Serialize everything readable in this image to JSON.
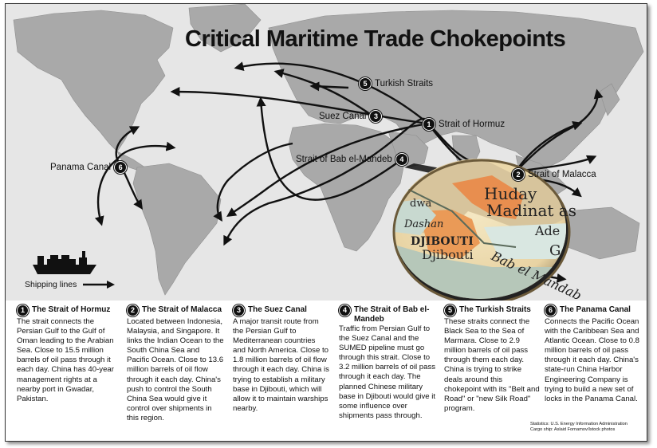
{
  "title": "Critical Maritime Trade Chokepoints",
  "map_labels": {
    "hormuz": {
      "num": "1",
      "text": "Strait of Hormuz"
    },
    "malacca": {
      "num": "2",
      "text": "Strait of Malacca"
    },
    "suez": {
      "num": "3",
      "text": "Suez Canal"
    },
    "bab": {
      "num": "4",
      "text": "Strait of Bab el-Mandeb"
    },
    "turkish": {
      "num": "5",
      "text": "Turkish Straits"
    },
    "panama": {
      "num": "6",
      "text": "Panama Canal"
    }
  },
  "inset_labels": [
    "Huday",
    "Madinat as",
    "Ade",
    "Bab el Mandab",
    "DJIBOUTI",
    "Djibouti",
    "Dashan",
    "dwa",
    "G"
  ],
  "legend": {
    "label": "Shipping lines"
  },
  "descriptions": [
    {
      "num": "1",
      "title": "The Strait of Hormuz",
      "text": "The strait connects the Persian Gulf to the Gulf of Oman leading to the Arabian Sea. Close to 15.5 million barrels of oil pass through it each day. China has 40-year management rights at a nearby port in Gwadar, Pakistan."
    },
    {
      "num": "2",
      "title": "The Strait of Malacca",
      "text": "Located between Indonesia, Malaysia, and Singapore. It links the Indian Ocean to the South China Sea and Pacific Ocean. Close to 13.6 million barrels of oil flow through it each day. China's push to control the South China Sea would give it control over shipments in this region."
    },
    {
      "num": "3",
      "title": "The Suez Canal",
      "text": "A major transit route from the Persian Gulf to Mediterranean countries and North America. Close to 1.8 million barrels of oil flow through it each day. China is trying to establish a military base in Djibouti, which will allow it to maintain warships nearby."
    },
    {
      "num": "4",
      "title": "The Strait of Bab el-Mandeb",
      "text": "Traffic from Persian Gulf to the Suez Canal and the SUMED pipeline must go through this strait. Close to 3.2 million barrels of oil pass through it each day. The planned Chinese military base in Djibouti would give it some influence over shipments pass through."
    },
    {
      "num": "5",
      "title": "The Turkish Straits",
      "text": "These straits connect the Black Sea to the Sea of Marmara. Close to 2.9 million barrels of oil pass through them each day. China is trying to strike deals around this chokepoint with its \"Belt and Road\" or \"new Silk Road\" program."
    },
    {
      "num": "6",
      "title": "The Panama Canal",
      "text": "Connects the Pacific Ocean with the Caribbean Sea and Atlantic Ocean. Close to 0.8 million barrels of oil pass through it each day. China's state-run China Harbor Engineering Company is trying to build a new set of locks in the Panama Canal."
    }
  ],
  "credits": {
    "line1": "Statistics: U.S. Energy Information Administration",
    "line2": "Cargo ship: Aslaid Fornamov/Istock photos"
  }
}
